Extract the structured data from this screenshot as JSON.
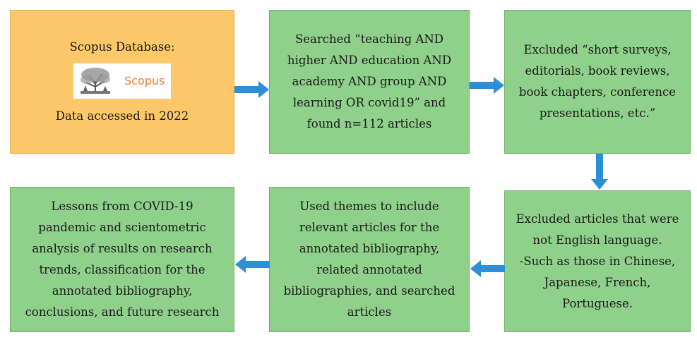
{
  "boxes": {
    "source": {
      "title": "Scopus Database:",
      "logo_text": "Scopus",
      "note": "Data accessed in 2022"
    },
    "search": {
      "lines": [
        "Searched “teaching AND",
        "higher AND education AND",
        "academy AND group AND",
        "learning OR covid19” and",
        "found n=112 articles"
      ]
    },
    "exclude_types": {
      "lines": [
        "Excluded “short surveys,",
        "editorials, book reviews,",
        "book chapters, conference",
        "presentations, etc.”"
      ]
    },
    "exclude_language": {
      "lines": [
        "Excluded articles that were",
        "not English language.",
        "-Such as those in Chinese,",
        "Japanese, French,",
        "Portuguese."
      ]
    },
    "themes": {
      "lines": [
        "Used themes to include",
        "relevant articles for the",
        "annotated bibliography,",
        "related annotated",
        "bibliographies, and searched",
        "articles"
      ]
    },
    "lessons": {
      "lines": [
        "Lessons from COVID-19",
        "pandemic and scientometric",
        "analysis of results on research",
        "trends, classification for the",
        "annotated bibliography,",
        "conclusions, and future research"
      ]
    }
  },
  "colors": {
    "box_green": "#8fd08b",
    "box_orange": "#fdc869",
    "arrow_blue": "#2e8fd4",
    "logo_orange": "#f47c2a"
  }
}
